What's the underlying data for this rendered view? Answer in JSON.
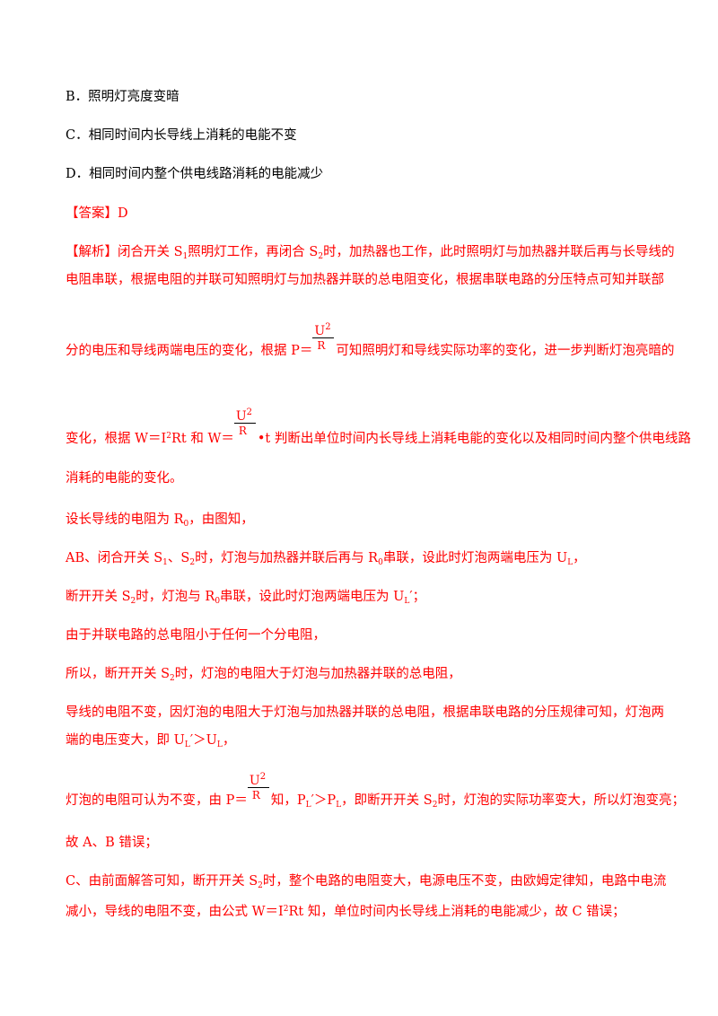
{
  "options": {
    "b": "B．照明灯亮度变暗",
    "c": "C．相同时间内长导线上消耗的电能不变",
    "d": "D．相同时间内整个供电线路消耗的电能减少"
  },
  "answer": {
    "label": "【答案】",
    "value": "D"
  },
  "analysis": {
    "label": "【解析】",
    "l1a": "闭合开关 S",
    "l1sub": "1",
    "l1b": "照明灯工作，再闭合 S",
    "l1sub2": "2",
    "l1c": "时，加热器也工作，此时照明灯与加热器并联后再与长导线的",
    "l2": "电阻串联，根据电阻的并联可知照明灯与加热器并联的总电阻变化，根据串联电路的分压特点可知并联部",
    "l3a": "分的电压和导线两端电压的变化，根据 P＝",
    "l3b": "可知照明灯和导线实际功率的变化，进一步判断灯泡亮暗的",
    "l4a": "变化，根据 W＝I",
    "l4b": "Rt 和 W＝",
    "l4c": "•t 判断出单位时间内长导线上消耗电能的变化以及相同时间内整个供电线路",
    "l5": "消耗的电能的变化。"
  },
  "solution": {
    "s1a": "设长导线的电阻为 R",
    "s1b": "，由图知，",
    "s2a": "AB、闭合开关 S",
    "s2b": "、S",
    "s2c": "时，灯泡与加热器并联后再与 R",
    "s2d": "串联，设此时灯泡两端电压为 U",
    "s2e": "，",
    "s3a": "断开开关 S",
    "s3b": "时，灯泡与 R",
    "s3c": "串联，设此时灯泡两端电压为 U",
    "s3d": "′；",
    "s4": "由于并联电路的总电阻小于任何一个分电阻，",
    "s5a": "所以，断开开关 S",
    "s5b": "时，灯泡的电阻大于灯泡与加热器并联的总电阻，",
    "s6": "导线的电阻不变，因灯泡的电阻大于灯泡与加热器并联的总电阻，根据串联电路的分压规律可知，灯泡两",
    "s7a": "端的电压变大，即 U",
    "s7b": "′＞U",
    "s7c": "，",
    "s8a": "灯泡的电阻可认为不变，由 P＝",
    "s8b": "知，P",
    "s8c": "′＞P",
    "s8d": "，即断开开关 S",
    "s8e": "时，灯泡的实际功率变大，所以灯泡变亮；",
    "s9": "故 A、B 错误；",
    "s10a": "C、由前面解答可知，断开开关 S",
    "s10b": "时，整个电路的电阻变大，电源电压不变，由欧姆定律知，电路中电流",
    "s11a": "减小，导线的电阻不变，由公式 W＝I",
    "s11b": "Rt 知，单位时间内长导线上消耗的电能减少，故 C 错误；"
  },
  "formula": {
    "num": "U",
    "exp": "2",
    "den": "R"
  },
  "subs": {
    "one": "1",
    "two": "2",
    "zero": "0",
    "L": "L"
  }
}
